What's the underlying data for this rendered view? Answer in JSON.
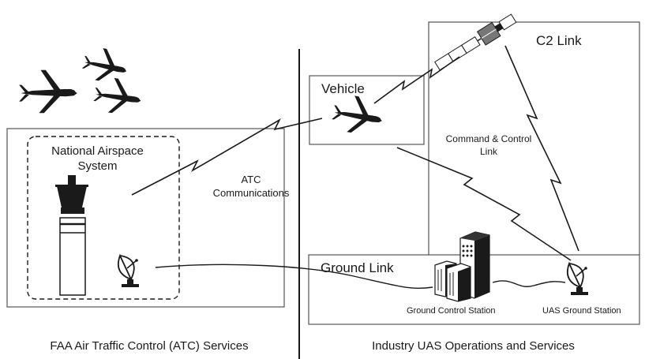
{
  "regions": {
    "faa_label": "FAA Air Traffic Control (ATC) Services",
    "industry_label": "Industry UAS Operations and Services"
  },
  "nodes": {
    "national_airspace": "National Airspace\nSystem",
    "vehicle": "Vehicle",
    "c2_link": "C2 Link",
    "ground_link": "Ground Link",
    "ground_control_station": "Ground Control Station",
    "uas_ground_station": "UAS Ground Station"
  },
  "links": {
    "atc_communications": "ATC\nCommunications",
    "command_control_link": "Command & Control\nLink"
  },
  "icons": [
    "uav-icon",
    "satellite-icon",
    "control-tower-icon",
    "radar-dish-icon",
    "server-rack-icon"
  ],
  "colors": {
    "ink": "#1a1a1a",
    "panel_stroke": "#555555",
    "background": "#ffffff"
  }
}
